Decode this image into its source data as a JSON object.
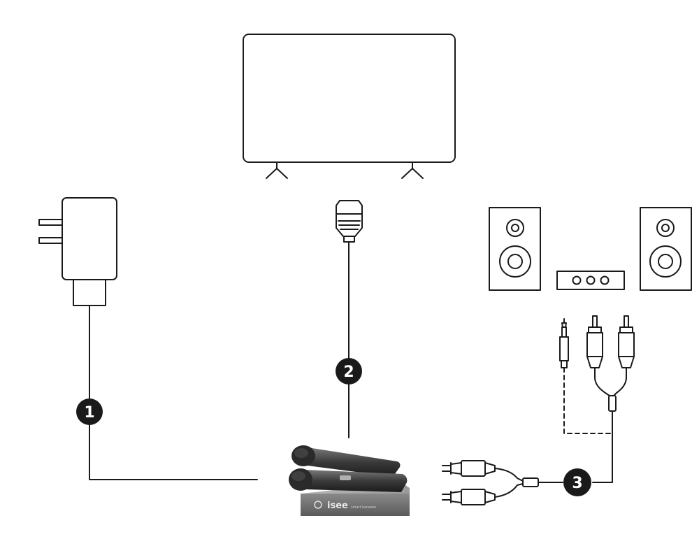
{
  "diagram": {
    "devices": [
      {
        "id": "tv",
        "icon": "tv-icon"
      },
      {
        "id": "power-adapter",
        "icon": "power-adapter-icon"
      },
      {
        "id": "hdmi-plug",
        "icon": "hdmi-plug-icon"
      },
      {
        "id": "speakers",
        "icon": "speaker-system-icon"
      },
      {
        "id": "audio-cable",
        "icon": "aux-rca-cable-icon"
      },
      {
        "id": "karaoke-system",
        "icon": "wireless-microphone-system"
      },
      {
        "id": "rca-output",
        "icon": "rca-y-cable-icon"
      }
    ],
    "steps": [
      {
        "number": "1"
      },
      {
        "number": "2"
      },
      {
        "number": "3"
      }
    ],
    "product": {
      "brand": "isee",
      "brand_sub": "smart karaoke"
    },
    "colors": {
      "line": "#1a1a1a",
      "badge": "#1a1a1a",
      "badge_text": "#ffffff",
      "device_body": "#6d6d6d"
    }
  }
}
